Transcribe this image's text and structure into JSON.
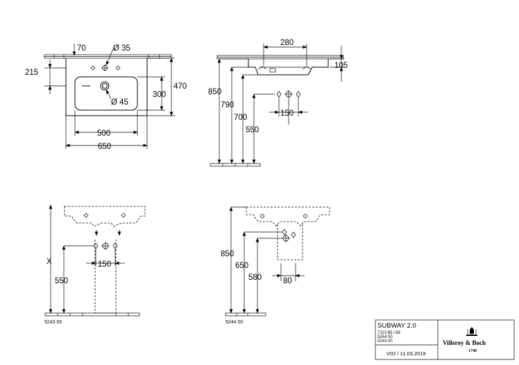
{
  "top_view": {
    "d_70": "70",
    "d_hole_35": "Ø 35",
    "d_215": "215",
    "d_470": "470",
    "d_300": "300",
    "d_hole_45": "Ø 45",
    "d_500": "500",
    "d_650": "650"
  },
  "side_view": {
    "d_280": "280",
    "d_105": "105",
    "d_850": "850",
    "d_790": "790",
    "d_700": "700",
    "d_550": "550",
    "d_150": "150"
  },
  "front_siphon": {
    "d_x": "X",
    "d_150": "150",
    "d_550": "550",
    "code": "5243 00"
  },
  "side_siphon": {
    "d_850": "850",
    "d_650": "650",
    "d_580": "580",
    "d_80": "80",
    "code": "5244 00"
  },
  "title_block": {
    "product": "SUBWAY 2.0",
    "codes": [
      "7113 65 / 66",
      "5244 00",
      "5243 00"
    ],
    "version": "V02 / 11.03.2019",
    "brand": "Villeroy & Boch",
    "year": "1748"
  }
}
